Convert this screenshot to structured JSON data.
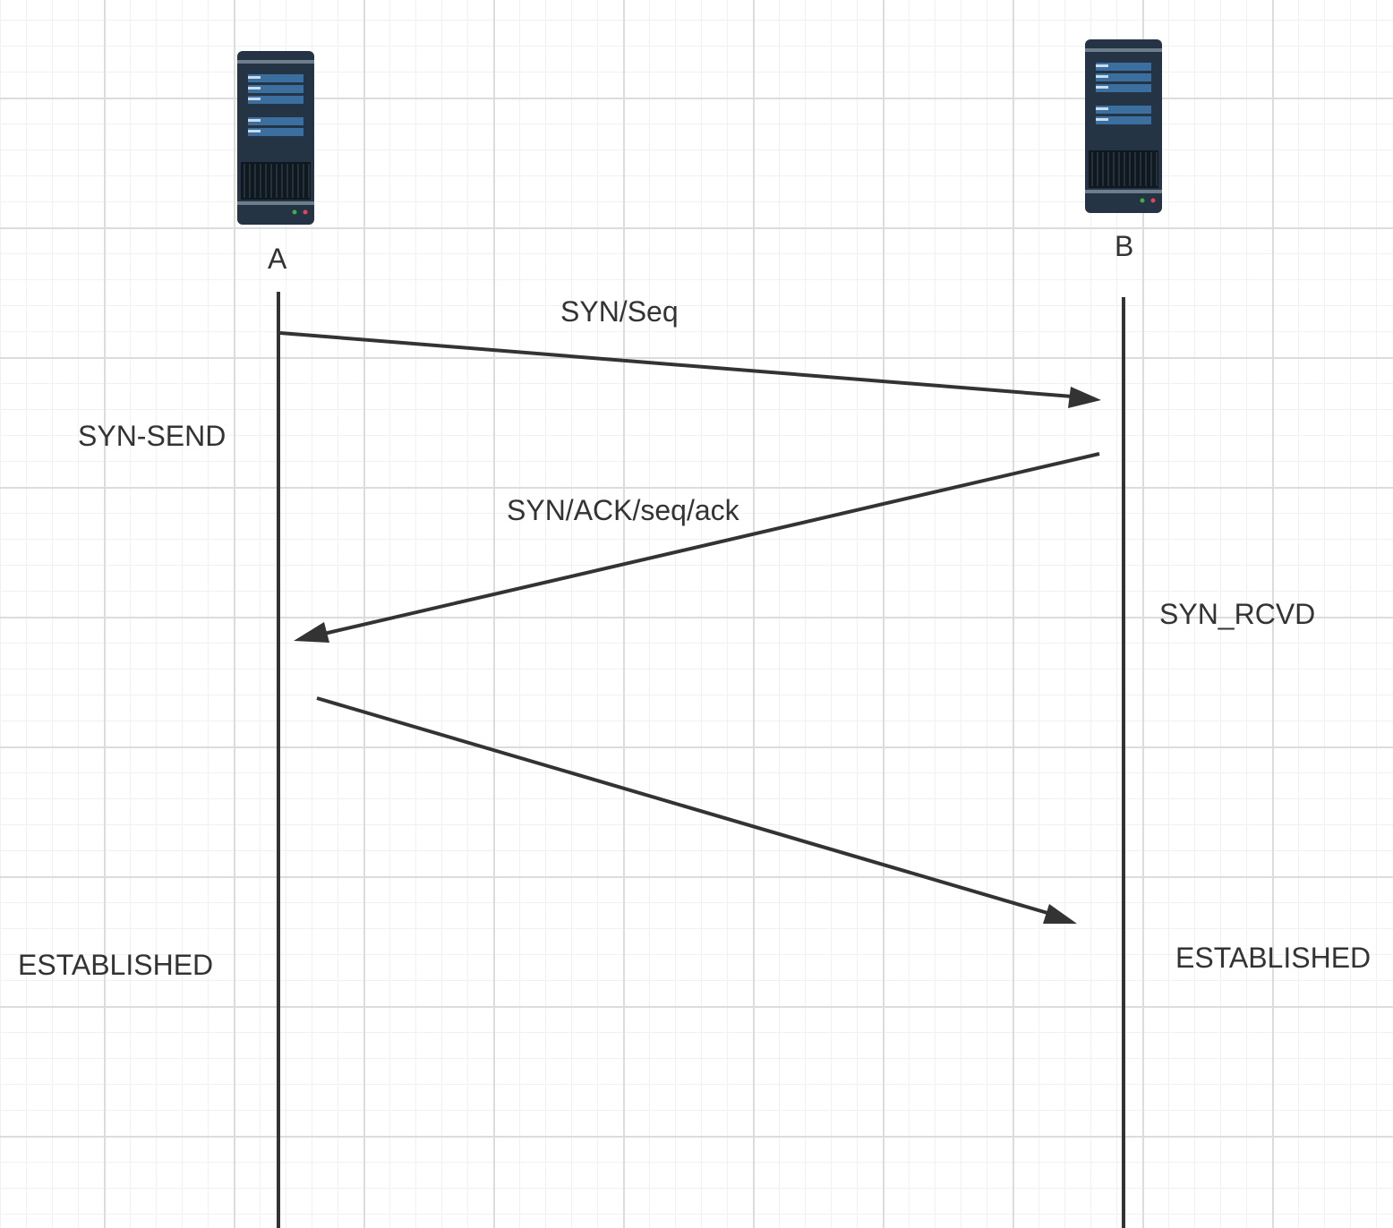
{
  "nodes": {
    "a": {
      "label": "A",
      "icon": "server-icon"
    },
    "b": {
      "label": "B",
      "icon": "server-icon"
    }
  },
  "messages": [
    {
      "id": "syn",
      "label": "SYN/Seq",
      "from": "A",
      "to": "B"
    },
    {
      "id": "syn-ack",
      "label": "SYN/ACK/seq/ack",
      "from": "B",
      "to": "A"
    },
    {
      "id": "ack",
      "label": "",
      "from": "A",
      "to": "B"
    }
  ],
  "states": {
    "a_syn_send": "SYN-SEND",
    "a_established": "ESTABLISHED",
    "b_syn_rcvd": "SYN_RCVD",
    "b_established": "ESTABLISHED"
  },
  "colors": {
    "line": "#333333",
    "server_body": "#243444",
    "server_stripe": "#3b6fa0"
  }
}
